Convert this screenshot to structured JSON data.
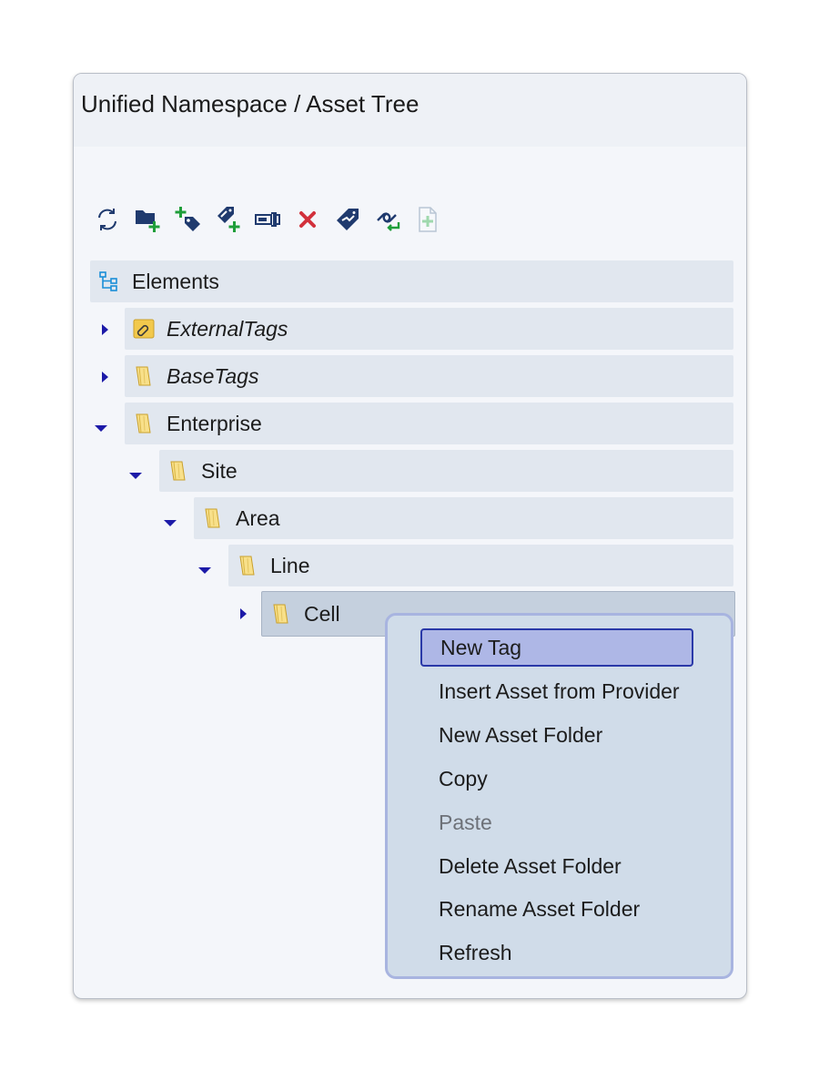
{
  "panel": {
    "title": "Unified Namespace / Asset Tree"
  },
  "toolbar": {
    "buttons": [
      {
        "icon": "refresh-icon"
      },
      {
        "icon": "new-folder-icon"
      },
      {
        "icon": "new-tag-icon"
      },
      {
        "icon": "new-linked-tag-icon"
      },
      {
        "icon": "rename-icon"
      },
      {
        "icon": "delete-icon"
      },
      {
        "icon": "tag-handshake-icon"
      },
      {
        "icon": "link-import-icon"
      },
      {
        "icon": "new-document-icon"
      }
    ]
  },
  "tree": {
    "root": {
      "label": "Elements",
      "icon": "hierarchy-icon"
    },
    "nodes": [
      {
        "label": "ExternalTags",
        "icon": "linked-folder-icon",
        "state": "collapsed",
        "italic": true
      },
      {
        "label": "BaseTags",
        "icon": "folder-icon",
        "state": "collapsed",
        "italic": true
      },
      {
        "label": "Enterprise",
        "icon": "folder-icon",
        "state": "expanded",
        "italic": false
      },
      {
        "label": "Site",
        "icon": "folder-icon",
        "state": "expanded",
        "italic": false
      },
      {
        "label": "Area",
        "icon": "folder-icon",
        "state": "expanded",
        "italic": false
      },
      {
        "label": "Line",
        "icon": "folder-icon",
        "state": "expanded",
        "italic": false
      },
      {
        "label": "Cell",
        "icon": "folder-icon",
        "state": "collapsed",
        "italic": false,
        "selected": true
      }
    ]
  },
  "context_menu": {
    "items": [
      {
        "label": "New Tag",
        "highlighted": true,
        "enabled": true
      },
      {
        "label": "Insert Asset from Provider",
        "enabled": true
      },
      {
        "label": "New Asset Folder",
        "enabled": true
      },
      {
        "label": "Copy",
        "enabled": true
      },
      {
        "label": "Paste",
        "enabled": false
      },
      {
        "label": "Delete Asset Folder",
        "enabled": true
      },
      {
        "label": "Rename Asset Folder",
        "enabled": true
      },
      {
        "label": "Refresh",
        "enabled": true
      }
    ]
  },
  "colors": {
    "expander": "#1c1aa8",
    "folder": "#f2c94c",
    "add_green": "#1f9e3a",
    "delete_red": "#d2313c",
    "icon_navy": "#1f3a6e",
    "menu_highlight": "#aeb7e6"
  }
}
